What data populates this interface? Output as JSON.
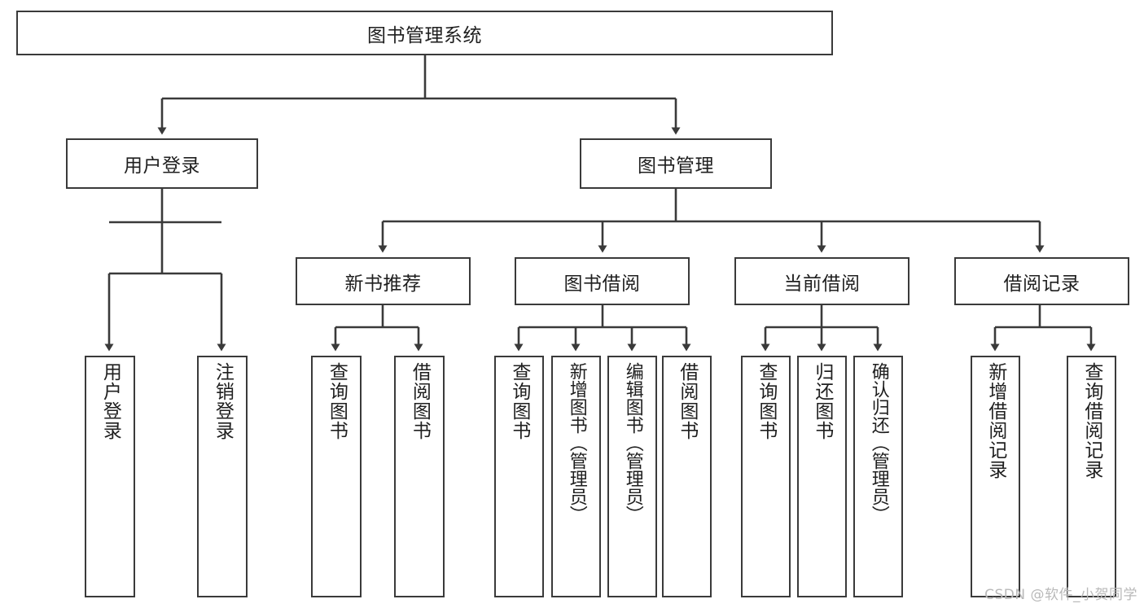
{
  "diagram": {
    "title_node": {
      "label": "图书管理系统"
    },
    "level2": [
      {
        "id": "user-login",
        "label": "用户登录"
      },
      {
        "id": "book-management",
        "label": "图书管理"
      }
    ],
    "level3": [
      {
        "id": "new-book-recommend",
        "label": "新书推荐"
      },
      {
        "id": "book-borrow",
        "label": "图书借阅"
      },
      {
        "id": "current-borrow",
        "label": "当前借阅"
      },
      {
        "id": "borrow-record",
        "label": "借阅记录"
      }
    ],
    "leaves": {
      "user_login": [
        {
          "id": "leaf-user-login",
          "label": "用户登录"
        },
        {
          "id": "leaf-logout-login",
          "label": "注销登录"
        }
      ],
      "new_book_recommend": [
        {
          "id": "leaf-query-book-1",
          "label": "查询图书"
        },
        {
          "id": "leaf-borrow-book-1",
          "label": "借阅图书"
        }
      ],
      "book_borrow": [
        {
          "id": "leaf-query-book-2",
          "label": "查询图书"
        },
        {
          "id": "leaf-add-book",
          "label": "新增图书（管理员）"
        },
        {
          "id": "leaf-edit-book",
          "label": "编辑图书（管理员）"
        },
        {
          "id": "leaf-borrow-book-2",
          "label": "借阅图书"
        }
      ],
      "current_borrow": [
        {
          "id": "leaf-query-book-3",
          "label": "查询图书"
        },
        {
          "id": "leaf-return-book",
          "label": "归还图书"
        },
        {
          "id": "leaf-confirm-return",
          "label": "确认归还（管理员）"
        }
      ],
      "borrow_record": [
        {
          "id": "leaf-add-record",
          "label": "新增借阅记录"
        },
        {
          "id": "leaf-query-record",
          "label": "查询借阅记录"
        }
      ]
    }
  },
  "watermark": {
    "text": "CSDN @软件_小贺同学"
  },
  "colors": {
    "stroke": "#3a3a3a",
    "background": "#ffffff",
    "text": "#1f1f1f",
    "watermark": "#b9b9b9"
  }
}
